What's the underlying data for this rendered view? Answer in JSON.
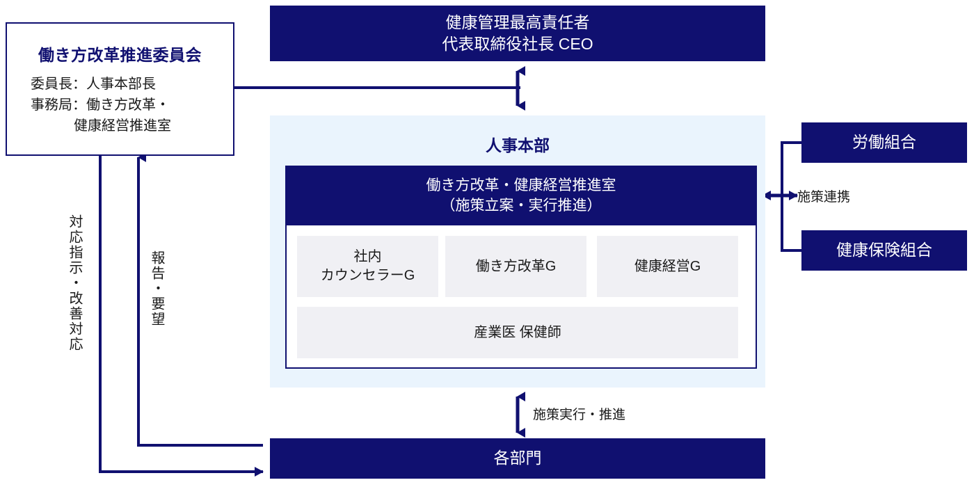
{
  "colors": {
    "navy": "#101070",
    "panel_blue": "#eaf4fd",
    "group_gray": "#f0f0f4",
    "text_dark": "#1a1a1a",
    "white": "#ffffff"
  },
  "committee": {
    "title": "働き方改革推進委員会",
    "chair_line": "委員長：人事本部長",
    "secretariat_line": "事務局：働き方改革・",
    "secretariat_line2": "健康経営推進室"
  },
  "ceo": {
    "line1": "健康管理最高責任者",
    "line2": "代表取締役社長 CEO"
  },
  "hr": {
    "title": "人事本部",
    "office": {
      "line1": "働き方改革・健康経営推進室",
      "line2": "（施策立案・実行推進）"
    },
    "groups": [
      {
        "line1": "社内",
        "line2": "カウンセラーG"
      },
      {
        "line1": "働き方改革G",
        "line2": ""
      },
      {
        "line1": "健康経営G",
        "line2": ""
      }
    ],
    "wide_group": "産業医 保健師"
  },
  "partners": {
    "union": "労働組合",
    "insurance": "健康保険組合",
    "link_label": "施策連携"
  },
  "departments": {
    "label": "各部門",
    "flow_label": "施策実行・推進"
  },
  "flows": {
    "instruction": "対応指示・改善対応",
    "report": "報告・要望"
  }
}
